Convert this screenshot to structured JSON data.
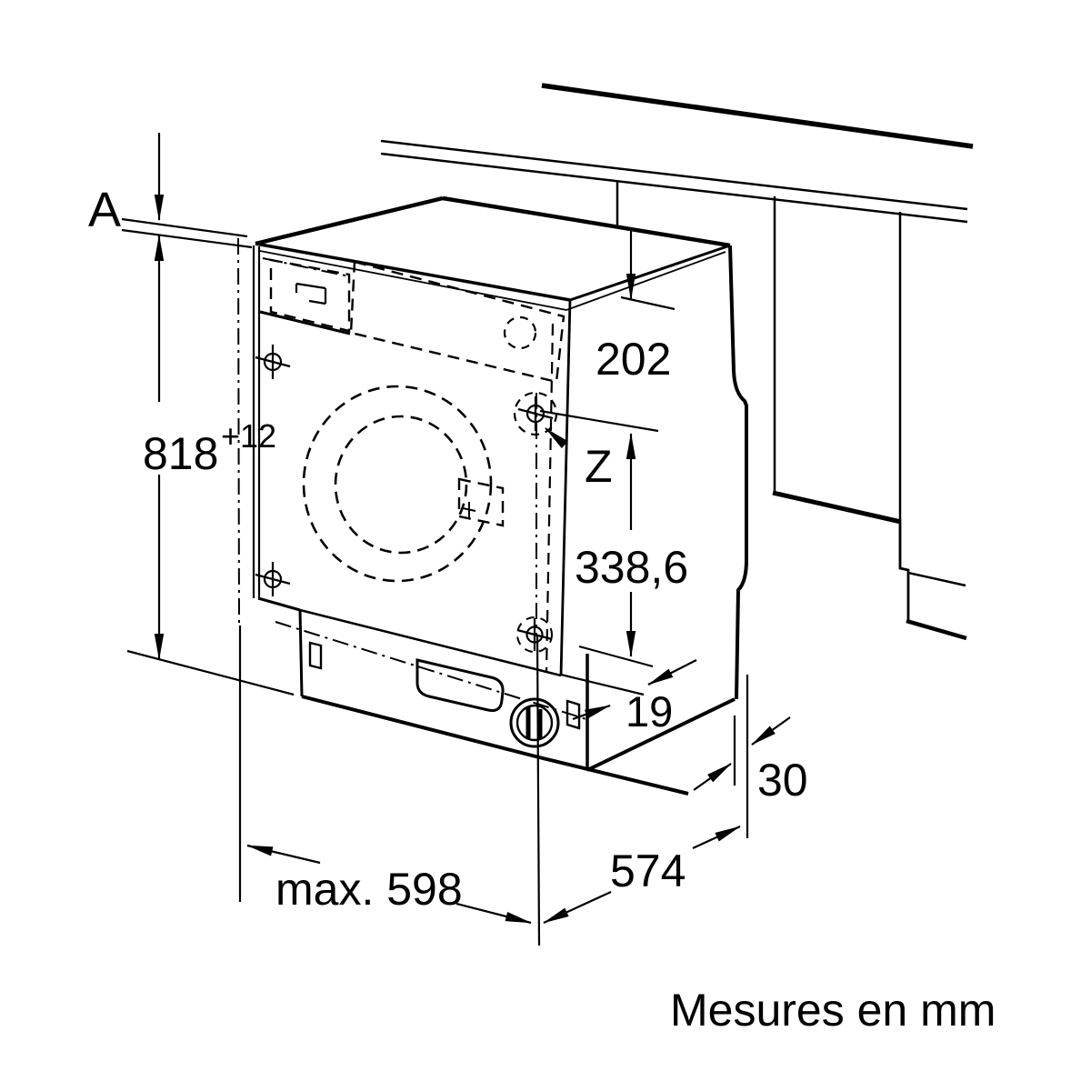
{
  "diagram": {
    "type": "appliance-installation-drawing",
    "subject": "built-in washing machine niche dimensions",
    "caption": "Mesures en mm",
    "labels": {
      "worktop_gap": "A",
      "niche_height": "818",
      "niche_height_tolerance": "+12",
      "top_clearance": "202",
      "hinge_point": "Z",
      "hinge_height": "338,6",
      "front_offset": "19",
      "rear_gap": "30",
      "depth": "574",
      "max_width": "max. 598"
    },
    "colors": {
      "line": "#000000",
      "background": "#ffffff"
    }
  }
}
